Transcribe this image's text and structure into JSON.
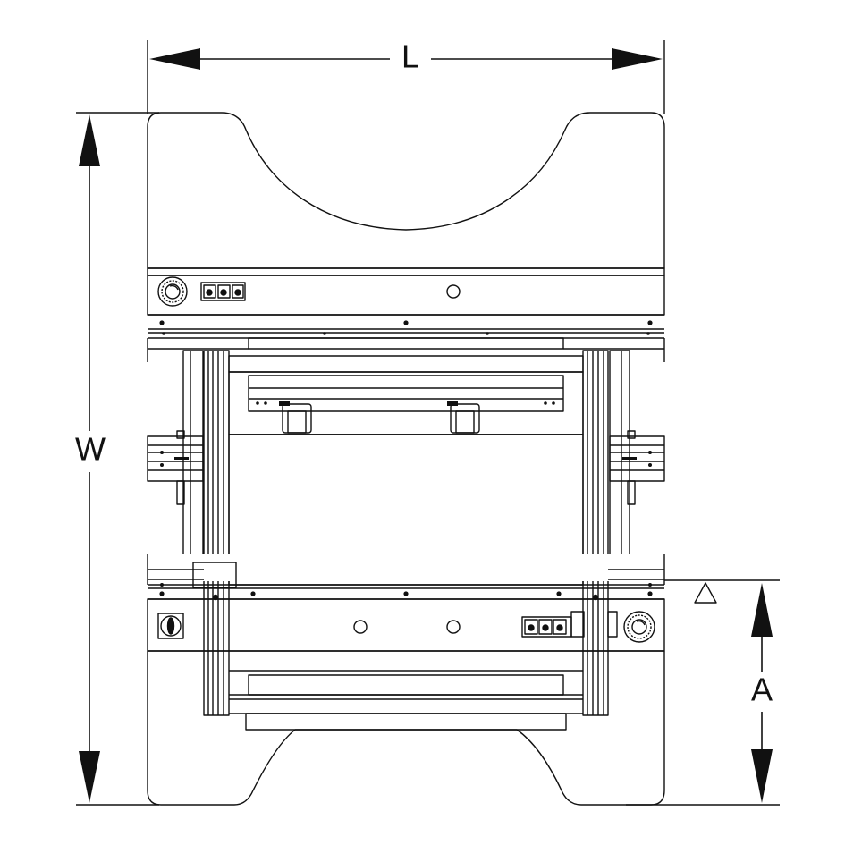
{
  "dimensions": {
    "length_label": "L",
    "width_label": "W",
    "height_label": "A"
  },
  "colors": {
    "line": "#111111",
    "fill": "#ffffff",
    "panel": "#f4f4f4"
  }
}
